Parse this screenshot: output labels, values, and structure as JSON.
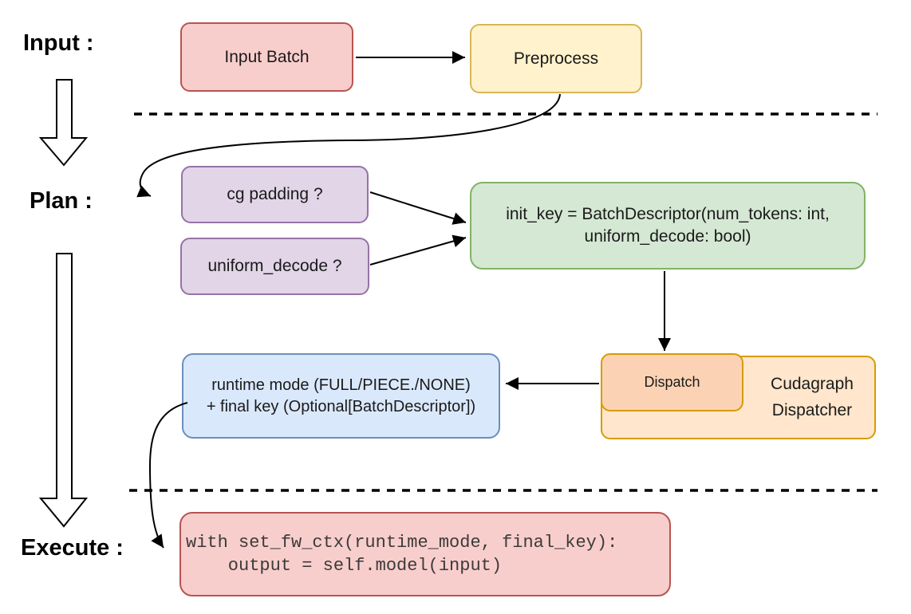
{
  "stage_labels": {
    "input": "Input :",
    "plan": "Plan :",
    "execute": "Execute :"
  },
  "nodes": {
    "input_batch": {
      "label": "Input Batch"
    },
    "preprocess": {
      "label": "Preprocess"
    },
    "cg_padding": {
      "label": "cg padding ?"
    },
    "uniform_decode": {
      "label": "uniform_decode ?"
    },
    "init_key": {
      "line1": "init_key = BatchDescriptor(num_tokens: int,",
      "line2": "uniform_decode: bool)"
    },
    "dispatch": {
      "label": "Dispatch"
    },
    "cudagraph_dispatcher": {
      "label": "Cudagraph Dispatcher"
    },
    "runtime_mode": {
      "line1": "runtime mode (FULL/PIECE./NONE)",
      "line2": "+ final key (Optional[BatchDescriptor])"
    },
    "execute_code": {
      "line1": "with set_fw_ctx(runtime_mode, final_key):",
      "line2": "    output = self.model(input)"
    }
  },
  "icons": {
    "input_to_plan_arrow": "hollow-down-arrow",
    "plan_to_execute_arrow": "hollow-down-arrow",
    "phase_separator_1": "dashed-horizontal-line",
    "phase_separator_2": "dashed-horizontal-line"
  },
  "colors": {
    "red_fill": "#f8cecc",
    "red_stroke": "#b85450",
    "yellow_fill": "#fff2cc",
    "yellow_stroke": "#d6b656",
    "purple_fill": "#e1d5e7",
    "purple_stroke": "#9673a6",
    "green_fill": "#d5e8d4",
    "green_stroke": "#82b366",
    "blue_fill": "#dae8fc",
    "blue_stroke": "#6c8ebf",
    "orange_outer_fill": "#ffe6cc",
    "orange_inner_fill": "#fbd3b4",
    "orange_stroke": "#d79b00",
    "connector": "#000000",
    "code_text": "#3b3b3b"
  }
}
